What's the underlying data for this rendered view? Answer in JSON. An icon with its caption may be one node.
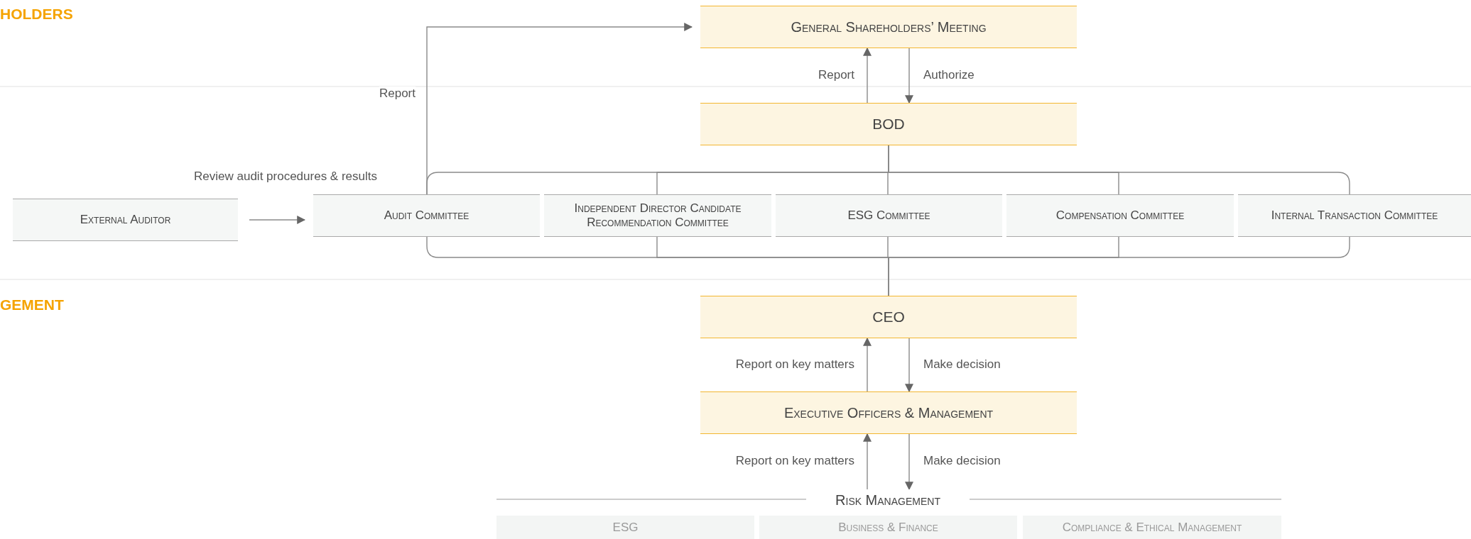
{
  "diagram": {
    "nodes": [
      {
        "text": [
          "General Shareholders’ Meeting"
        ]
      },
      {
        "text": [
          "BOD"
        ]
      },
      {
        "text": [
          "External Auditor"
        ]
      },
      {
        "text": [
          "Audit Committee"
        ]
      },
      {
        "text": [
          "Independent Director Candidate Recommendation Committee"
        ]
      },
      {
        "text": [
          "ESG Committee"
        ]
      },
      {
        "text": [
          "Compensation Committee"
        ]
      },
      {
        "text": [
          "Internal Transaction Committee"
        ]
      },
      {
        "text": [
          "CEO"
        ]
      },
      {
        "text": [
          "Executive Officers & Management"
        ]
      },
      {
        "text": [
          "Risk Management"
        ]
      },
      {
        "text": [
          "ESG"
        ]
      },
      {
        "text": [
          "Business & Finance"
        ]
      },
      {
        "text": [
          "Compliance & Ethical Management"
        ]
      }
    ],
    "edges": [
      {
        "from": 1,
        "to": 0,
        "arrow": "to",
        "label": "Report"
      },
      {
        "from": 0,
        "to": 1,
        "arrow": "to",
        "label": "Authorize"
      },
      {
        "from": 3,
        "to": 0,
        "arrow": "to",
        "label": "Report"
      },
      {
        "from": 2,
        "to": 3,
        "arrow": "to",
        "label": "Review audit procedures & results"
      },
      {
        "from": 1,
        "to": 3,
        "arrow": "none"
      },
      {
        "from": 1,
        "to": 4,
        "arrow": "none"
      },
      {
        "from": 1,
        "to": 5,
        "arrow": "none"
      },
      {
        "from": 1,
        "to": 6,
        "arrow": "none"
      },
      {
        "from": 1,
        "to": 7,
        "arrow": "none"
      },
      {
        "from": 3,
        "to": 8,
        "arrow": "none"
      },
      {
        "from": 4,
        "to": 8,
        "arrow": "none"
      },
      {
        "from": 5,
        "to": 8,
        "arrow": "none"
      },
      {
        "from": 6,
        "to": 8,
        "arrow": "none"
      },
      {
        "from": 7,
        "to": 8,
        "arrow": "none"
      },
      {
        "from": 9,
        "to": 8,
        "arrow": "to",
        "label": "Report on key matters"
      },
      {
        "from": 8,
        "to": 9,
        "arrow": "to",
        "label": "Make decision"
      },
      {
        "from": 10,
        "to": 9,
        "arrow": "to",
        "label": "Report on key matters"
      },
      {
        "from": 9,
        "to": 10,
        "arrow": "to",
        "label": "Make decision"
      }
    ],
    "labels": [
      "HOLDERS",
      "GEMENT"
    ]
  }
}
